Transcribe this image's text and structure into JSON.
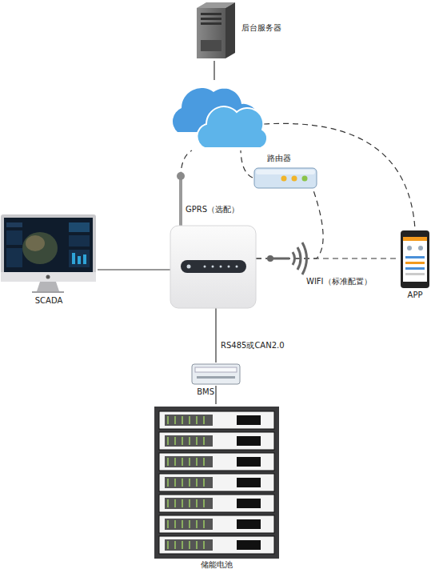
{
  "diagram": {
    "nodes": [
      {
        "text": [
          "后台服务器"
        ]
      },
      {
        "text": []
      },
      {
        "text": [
          "路由器"
        ]
      },
      {
        "text": []
      },
      {
        "text": [
          "SCADA"
        ]
      },
      {
        "text": [
          "APP"
        ]
      },
      {
        "text": [
          "BMS"
        ]
      },
      {
        "text": [
          "储能电池"
        ]
      }
    ],
    "edges": [
      {
        "from": 1,
        "to": 0,
        "arrow": "none"
      },
      {
        "from": 3,
        "to": 1,
        "arrow": "none",
        "label": "GPRS（选配）"
      },
      {
        "from": 2,
        "to": 1,
        "arrow": "none"
      },
      {
        "from": 3,
        "to": 2,
        "arrow": "none"
      },
      {
        "from": 3,
        "to": 5,
        "arrow": "none",
        "label": "WIFI（标准配置）"
      },
      {
        "from": 1,
        "to": 5,
        "arrow": "none"
      },
      {
        "from": 3,
        "to": 4,
        "arrow": "none"
      },
      {
        "from": 3,
        "to": 6,
        "arrow": "none",
        "label": "RS485或CAN2.0"
      },
      {
        "from": 6,
        "to": 7,
        "arrow": "none"
      }
    ]
  }
}
